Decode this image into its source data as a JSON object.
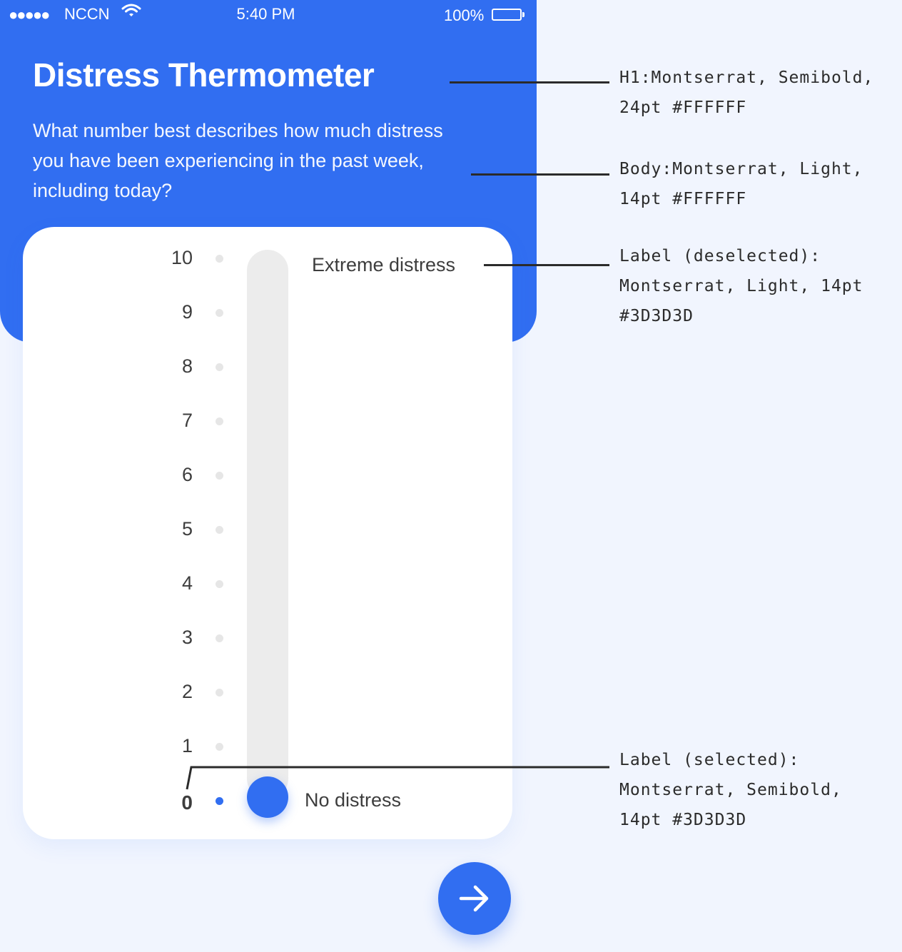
{
  "status_bar": {
    "signal": "●●●●●",
    "carrier": "NCCN",
    "time": "5:40 PM",
    "battery": "100%"
  },
  "screen": {
    "title": "Distress Thermometer",
    "question": "What number best describes how much distress you have been experiencing in the past week, including today?",
    "scale": [
      "10",
      "9",
      "8",
      "7",
      "6",
      "5",
      "4",
      "3",
      "2",
      "1",
      "0"
    ],
    "selected_value": "0",
    "label_max": "Extreme distress",
    "label_min": "No distress",
    "next_icon": "arrow-right-icon"
  },
  "annotations": [
    {
      "line1": "H1:Montserrat, Semibold,",
      "line2": "24pt #FFFFFF",
      "line3": ""
    },
    {
      "line1": "Body:Montserrat, Light,",
      "line2": "14pt #FFFFFF",
      "line3": ""
    },
    {
      "line1": "Label (deselected):",
      "line2": "Montserrat, Light, 14pt",
      "line3": "#3D3D3D"
    },
    {
      "line1": "Label (selected):",
      "line2": "Montserrat, Semibold,",
      "line3": "14pt #3D3D3D"
    }
  ],
  "colors": {
    "primary": "#316EF1",
    "text": "#3D3D3D",
    "background": "#F1F5FE",
    "track": "#ECECEC"
  }
}
